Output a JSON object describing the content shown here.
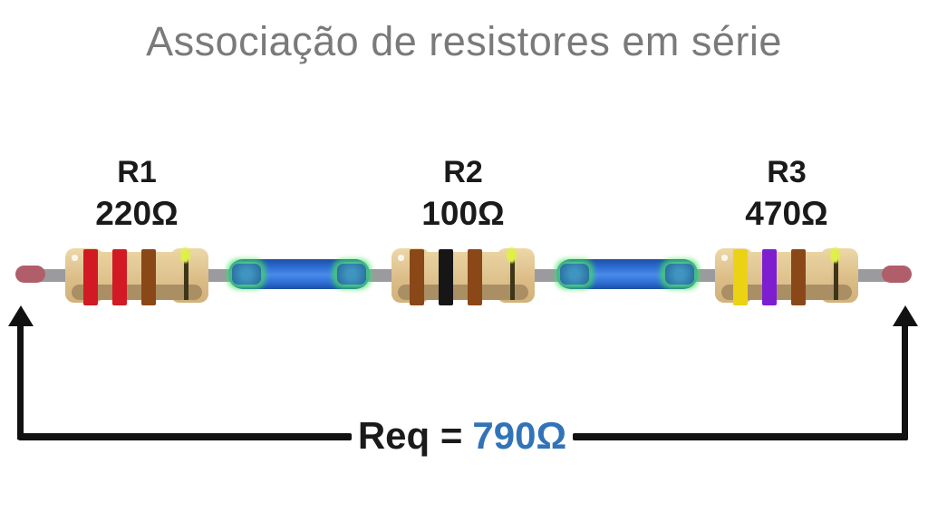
{
  "title": "Associação de resistores em série",
  "resistors": [
    {
      "label": "R1",
      "value": "220Ω",
      "bands": [
        "#d11a24",
        "#d11a24",
        "#8a4718"
      ]
    },
    {
      "label": "R2",
      "value": "100Ω",
      "bands": [
        "#8a4718",
        "#161616",
        "#8a4718"
      ]
    },
    {
      "label": "R3",
      "value": "470Ω",
      "bands": [
        "#ecd214",
        "#7d1fd1",
        "#8a4718"
      ]
    }
  ],
  "equation": {
    "prefix": "Req =",
    "value": "790Ω"
  },
  "colors": {
    "title_gray": "#7a7a7a",
    "text_black": "#1a1a1a",
    "equation_blue": "#3273b8",
    "resistor_body_tan": "#d9ba84",
    "resistor_shade": "#a98f63",
    "tolerance_band": "#3c3518",
    "tolerance_glint": "#dff04a",
    "wire_gray": "#9b9b9f",
    "lead_tip_red": "#b05f6a",
    "jumper_blue": "#2c68d0",
    "jumper_cap_teal": "#2e7ba6",
    "glow_green": "#3ed95e",
    "bracket_black": "#111111"
  }
}
